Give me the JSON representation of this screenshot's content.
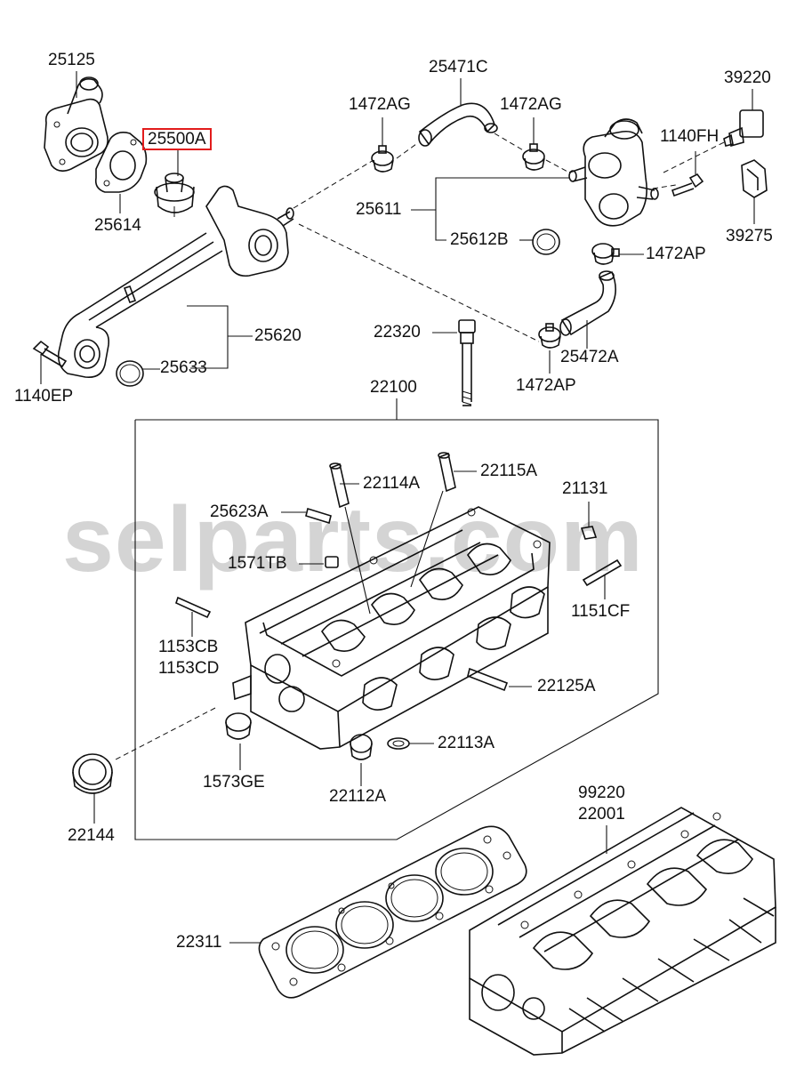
{
  "labels": {
    "p25125": "25125",
    "p25500a": "25500A",
    "p25614": "25614",
    "p25471c": "25471C",
    "p1472ag_l": "1472AG",
    "p1472ag_r": "1472AG",
    "p39220": "39220",
    "p1140fh": "1140FH",
    "p39275": "39275",
    "p25611": "25611",
    "p25612b": "25612B",
    "p1472ap_t": "1472AP",
    "p25620": "25620",
    "p25633": "25633",
    "p1140ep": "1140EP",
    "p22320": "22320",
    "p25472a": "25472A",
    "p1472ap_b": "1472AP",
    "p22100": "22100",
    "p22114a": "22114A",
    "p22115a": "22115A",
    "p21131": "21131",
    "p25623a": "25623A",
    "p1571tb": "1571TB",
    "p1151cf": "1151CF",
    "p1153cb": "1153CB",
    "p1153cd": "1153CD",
    "p22125a": "22125A",
    "p22113a": "22113A",
    "p1573ge": "1573GE",
    "p22112a": "22112A",
    "p22144": "22144",
    "p99220": "99220",
    "p22001": "22001",
    "p22311": "22311"
  },
  "watermark": "selparts.com",
  "highlighted_part": "25500A",
  "highlight_color": "#e21c1c"
}
